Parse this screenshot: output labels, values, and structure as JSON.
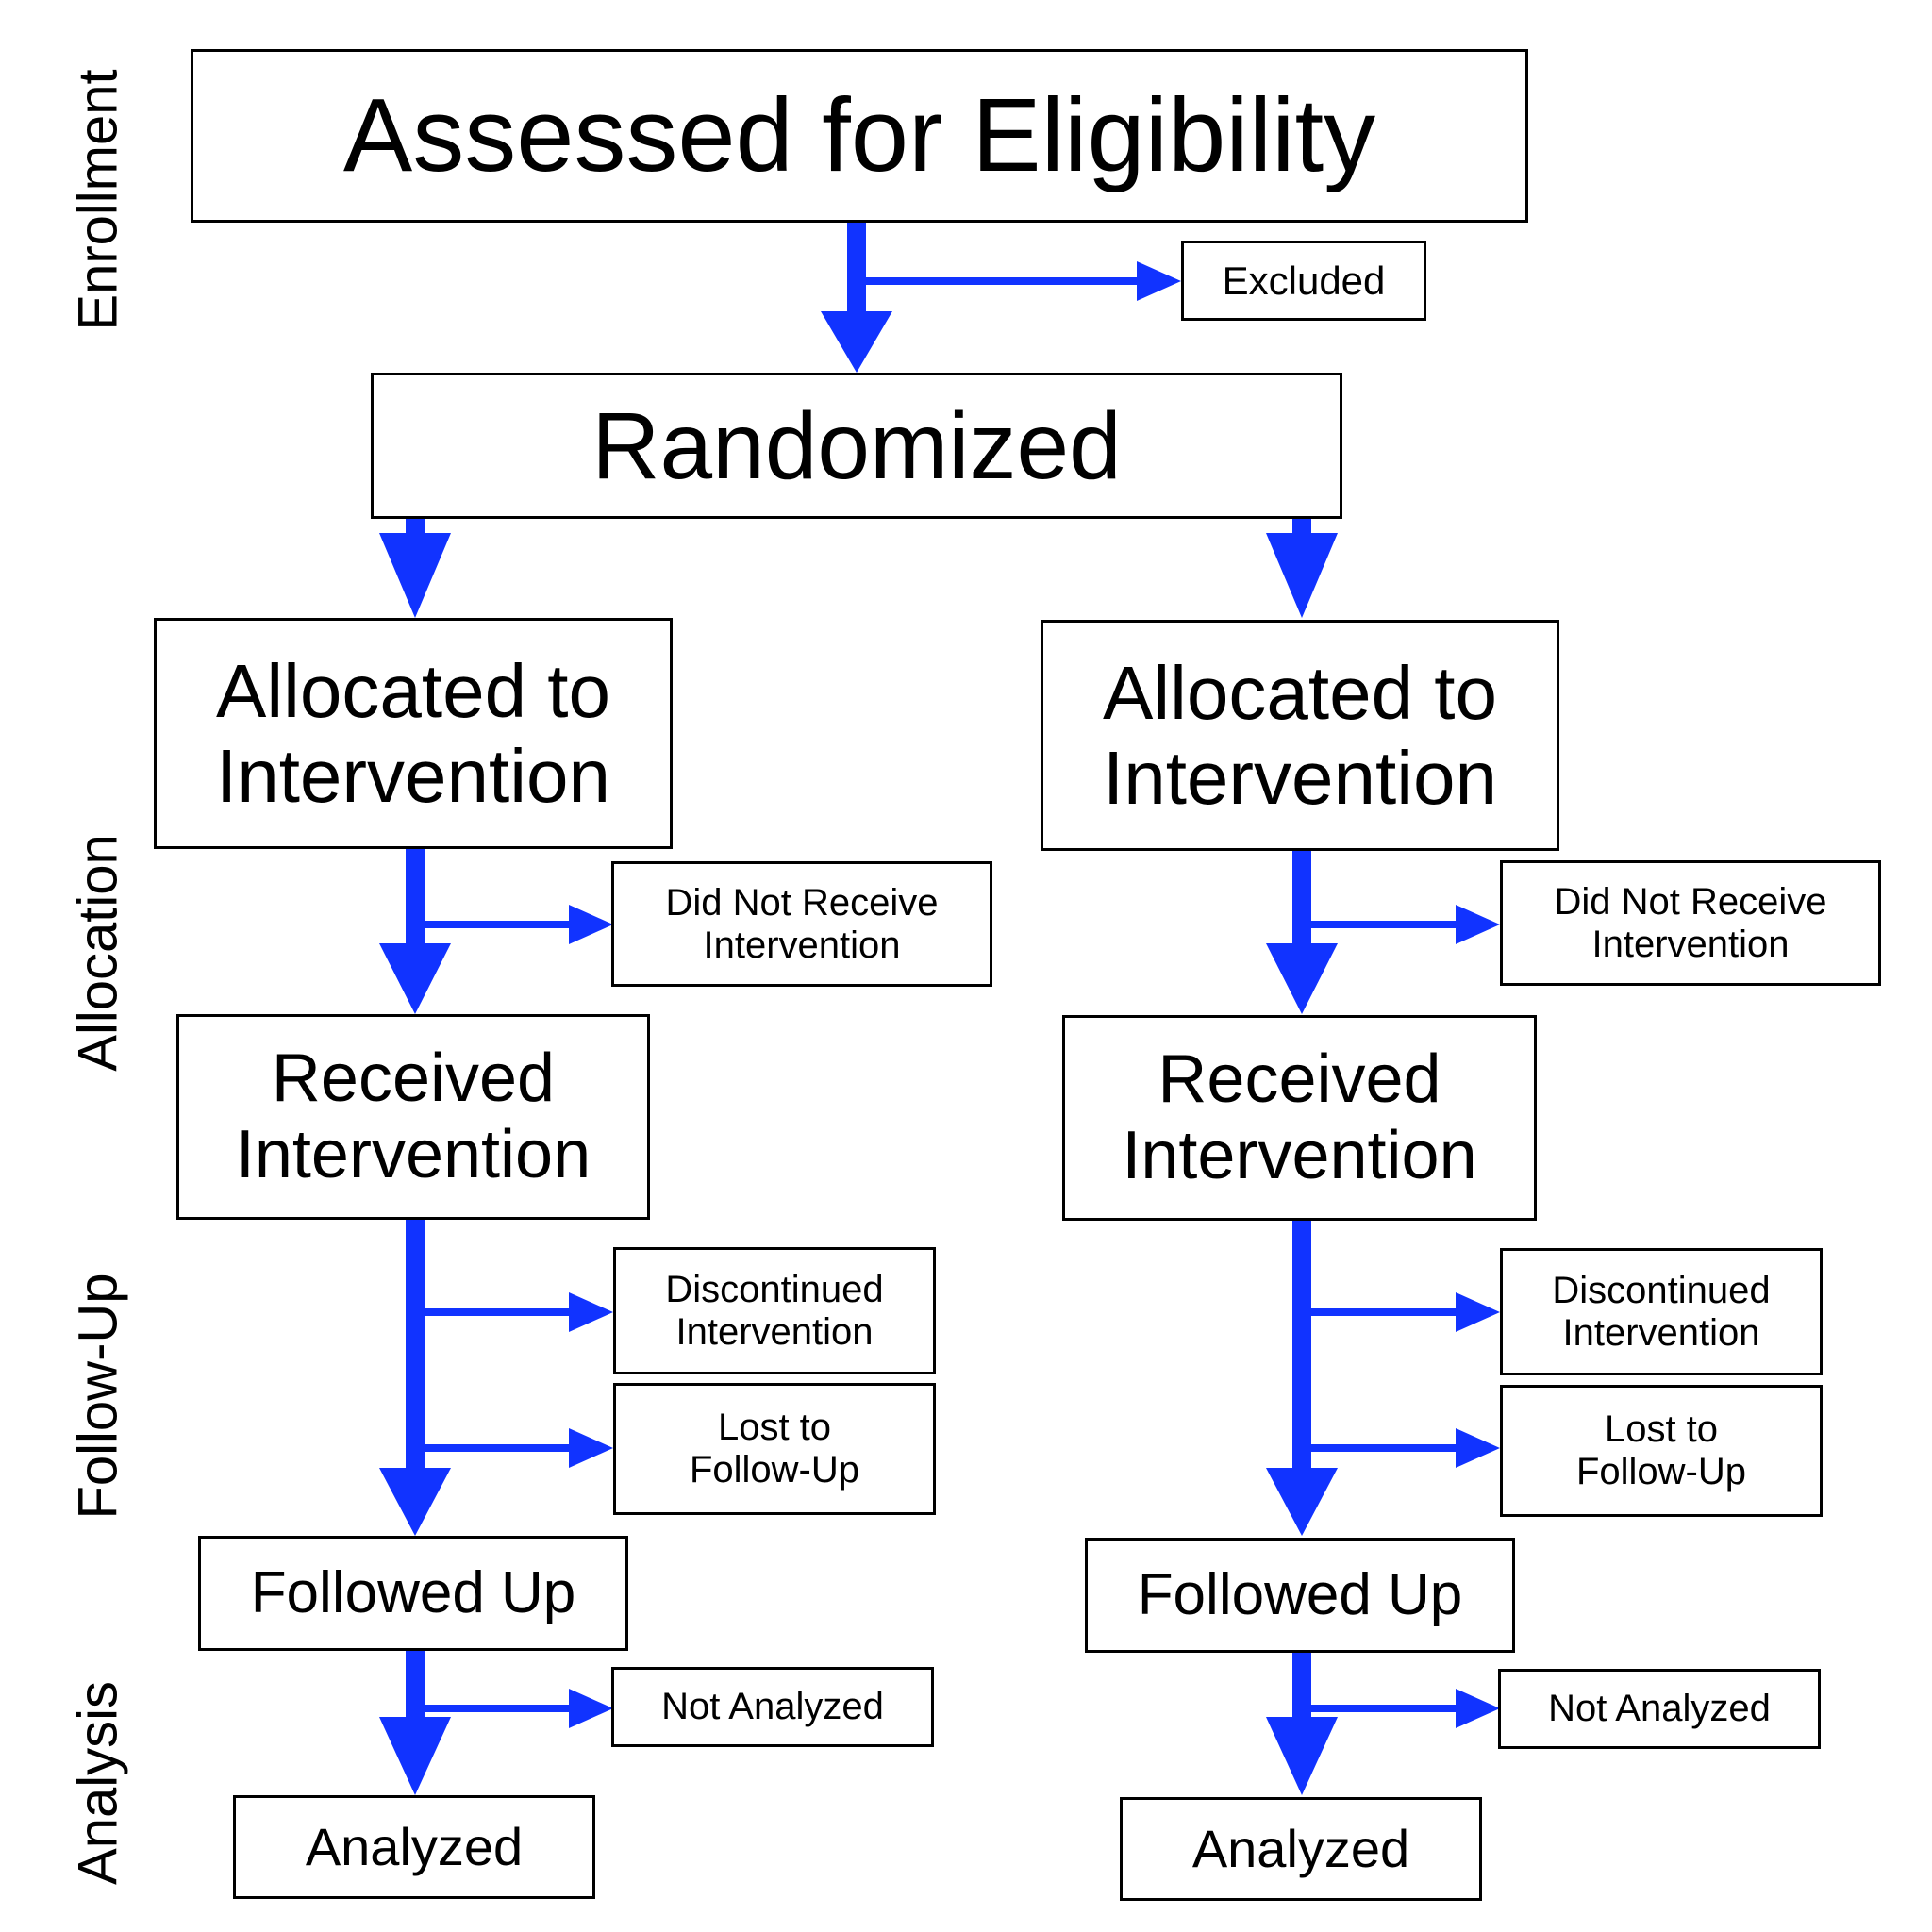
{
  "phases": {
    "enrollment": "Enrollment",
    "allocation": "Allocation",
    "follow_up": "Follow-Up",
    "analysis": "Analysis"
  },
  "main": {
    "assessed": "Assessed for Eligibility",
    "excluded": "Excluded",
    "randomized": "Randomized"
  },
  "arms": [
    {
      "allocated": "Allocated to\nIntervention",
      "did_not_receive": "Did Not Receive\nIntervention",
      "received": "Received\nIntervention",
      "discontinued": "Discontinued\nIntervention",
      "lost": "Lost to\nFollow-Up",
      "followed_up": "Followed Up",
      "not_analyzed": "Not Analyzed",
      "analyzed": "Analyzed"
    },
    {
      "allocated": "Allocated to\nIntervention",
      "did_not_receive": "Did Not Receive\nIntervention",
      "received": "Received\nIntervention",
      "discontinued": "Discontinued\nIntervention",
      "lost": "Lost to\nFollow-Up",
      "followed_up": "Followed Up",
      "not_analyzed": "Not Analyzed",
      "analyzed": "Analyzed"
    }
  ],
  "colors": {
    "arrow": "#1133ff",
    "border": "#000000"
  }
}
